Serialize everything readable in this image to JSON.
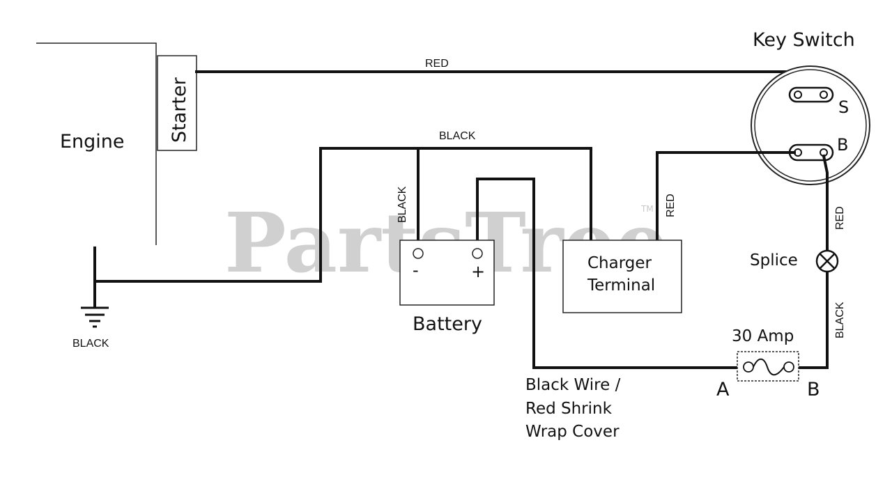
{
  "watermark": {
    "text": "PartsTree",
    "trademark": "TM"
  },
  "components": {
    "engine": "Engine",
    "starter": "Starter",
    "key_switch": {
      "title": "Key Switch",
      "terminal_s": "S",
      "terminal_b": "B"
    },
    "battery": {
      "label": "Battery",
      "negative": "-",
      "positive": "+"
    },
    "charger_terminal": {
      "line1": "Charger",
      "line2": "Terminal"
    },
    "splice": "Splice",
    "fuse": {
      "rating": "30 Amp",
      "terminal_a": "A",
      "terminal_b": "B"
    },
    "ground_label": "BLACK"
  },
  "wire_labels": {
    "starter_to_switch": "RED",
    "top_black": "BLACK",
    "battery_negative": "BLACK",
    "charger_to_switch": "RED",
    "switch_to_splice": "RED",
    "splice_to_fuse": "BLACK"
  },
  "notes": {
    "line1": "Black Wire /",
    "line2": "Red Shrink",
    "line3": "Wrap Cover"
  },
  "colors": {
    "wire": "#111111",
    "watermark": "#d0d0d0"
  }
}
